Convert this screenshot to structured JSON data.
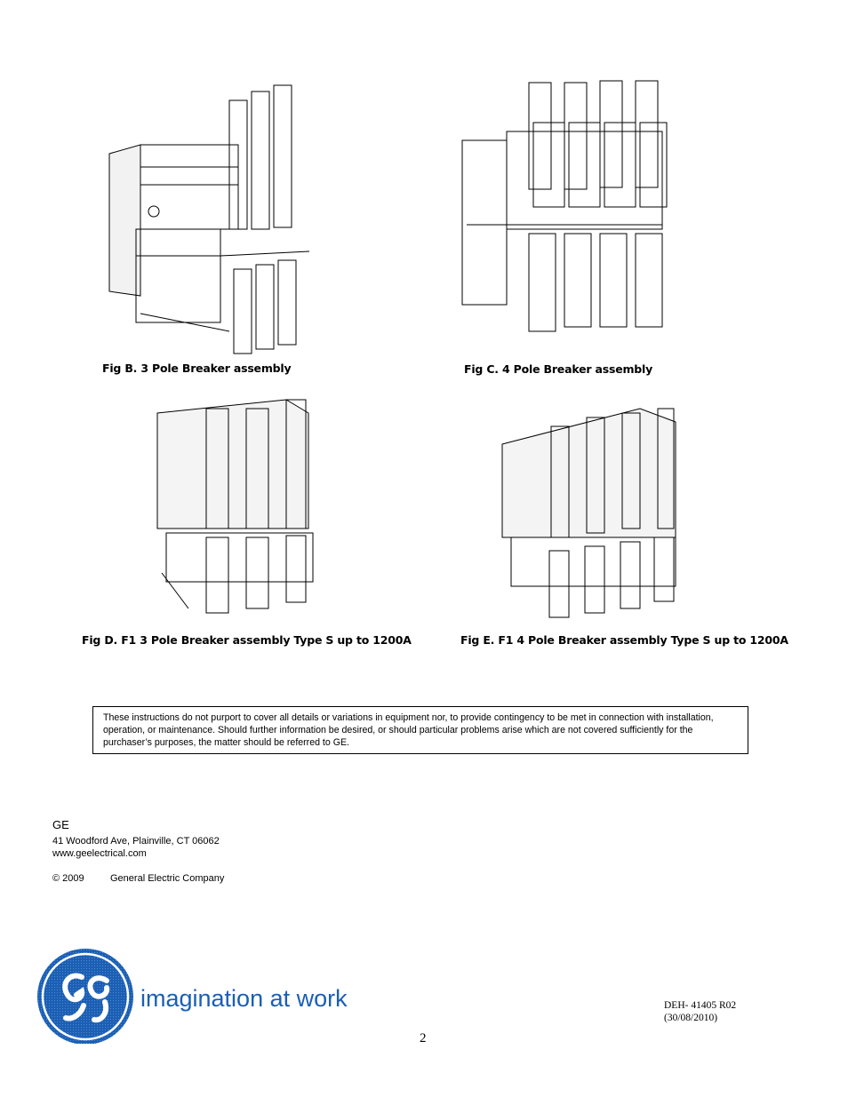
{
  "figures": {
    "fig_b": {
      "caption": "Fig B. 3 Pole Breaker assembly"
    },
    "fig_c": {
      "caption": "Fig C. 4 Pole Breaker assembly"
    },
    "fig_d": {
      "caption": "Fig D. F1 3 Pole Breaker assembly Type S up to 1200A"
    },
    "fig_e": {
      "caption": "Fig E. F1 4 Pole Breaker assembly Type S up to 1200A"
    }
  },
  "disclaimer": "These instructions do not purport to cover all details or variations in equipment nor, to provide contingency to be met in connection with installation, operation, or maintenance.  Should further information be desired, or should particular problems arise which are not covered sufficiently for the purchaser’s purposes, the matter should be referred to GE.",
  "contact": {
    "company": "GE",
    "address": "41 Woodford Ave, Plainville, CT 06062",
    "website": "www.geelectrical.com",
    "copyright_year": "© 2009",
    "copyright_holder": "General Electric Company"
  },
  "logo": {
    "monogram": "GE",
    "tagline": "imagination at work",
    "brand_color": "#1a5fb4"
  },
  "doc": {
    "number": "DEH- 41405 R02",
    "date": "(30/08/2010)",
    "page": "2"
  }
}
